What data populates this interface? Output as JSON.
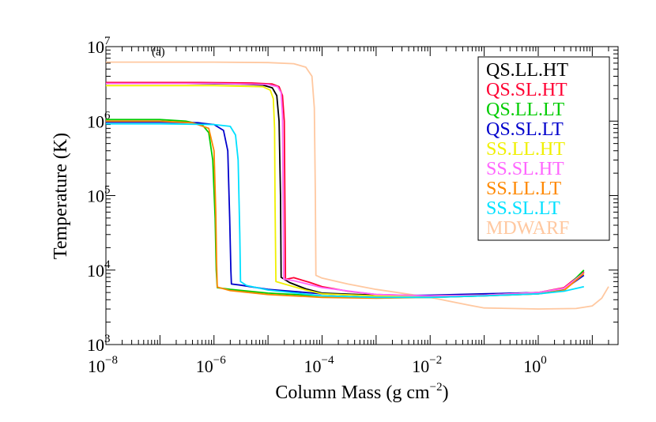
{
  "chart_data": {
    "type": "line",
    "panel_label": "(a)",
    "xlabel": "Column Mass (g cm",
    "xlabel_exp": "−2",
    "xlabel_end": ")",
    "ylabel": "Temperature (K)",
    "x_scale": "log",
    "y_scale": "log",
    "xlim": [
      1e-08,
      30
    ],
    "ylim": [
      1000,
      10000000
    ],
    "x_ticks": [
      {
        "base": "10",
        "exp": "−8",
        "value": 1e-08
      },
      {
        "base": "10",
        "exp": "−6",
        "value": 1e-06
      },
      {
        "base": "10",
        "exp": "−4",
        "value": 0.0001
      },
      {
        "base": "10",
        "exp": "−2",
        "value": 0.01
      },
      {
        "base": "10",
        "exp": "0",
        "value": 1
      }
    ],
    "y_ticks": [
      {
        "base": "10",
        "exp": "3",
        "value": 1000
      },
      {
        "base": "10",
        "exp": "4",
        "value": 10000
      },
      {
        "base": "10",
        "exp": "5",
        "value": 100000
      },
      {
        "base": "10",
        "exp": "6",
        "value": 1000000
      },
      {
        "base": "10",
        "exp": "7",
        "value": 10000000
      }
    ],
    "grid": false,
    "legend_position": "top-right",
    "series": [
      {
        "name": "QS.LL.HT",
        "color": "#000000",
        "x": [
          1e-08,
          3e-07,
          3e-06,
          8e-06,
          1.2e-05,
          1.45e-05,
          1.6e-05,
          1.7e-05,
          1.75e-05,
          2.5e-05,
          5e-05,
          0.0001,
          0.001,
          0.01,
          0.1,
          1,
          3,
          7
        ],
        "y": [
          3200000,
          3200000,
          3150000,
          3050000,
          2800000,
          2200000,
          1000000,
          100000,
          8000,
          6800,
          5600,
          4900,
          4600,
          4500,
          4600,
          5000,
          5600,
          9500
        ]
      },
      {
        "name": "QS.SL.HT",
        "color": "#ff0033",
        "x": [
          1e-08,
          5e-07,
          5e-06,
          1.2e-05,
          1.6e-05,
          1.85e-05,
          2e-05,
          2.05e-05,
          2.1e-05,
          3e-05,
          6e-05,
          0.0001,
          0.0003,
          0.001,
          0.01,
          0.1,
          1,
          3,
          7
        ],
        "y": [
          3300000,
          3300000,
          3250000,
          3150000,
          2900000,
          2200000,
          1000000,
          100000,
          7500,
          7900,
          6800,
          6000,
          5200,
          4700,
          4500,
          4700,
          5000,
          5800,
          9500
        ]
      },
      {
        "name": "QS.LL.LT",
        "color": "#00cc00",
        "x": [
          1e-08,
          1e-07,
          3e-07,
          6e-07,
          8e-07,
          9.5e-07,
          1.05e-06,
          1.1e-06,
          1.15e-06,
          2e-06,
          1e-05,
          0.0001,
          0.001,
          0.01,
          0.1,
          1,
          3,
          7
        ],
        "y": [
          1050000,
          1050000,
          1000000,
          900000,
          700000,
          300000,
          50000,
          10000,
          5800,
          5500,
          4900,
          4500,
          4300,
          4300,
          4500,
          4800,
          5400,
          10000
        ]
      },
      {
        "name": "QS.SL.LT",
        "color": "#0000cc",
        "x": [
          1e-08,
          1e-07,
          5e-07,
          1e-06,
          1.5e-06,
          1.8e-06,
          1.95e-06,
          2.05e-06,
          2.1e-06,
          3e-06,
          1e-05,
          0.0001,
          0.001,
          0.01,
          0.1,
          1,
          3,
          7
        ],
        "y": [
          970000,
          970000,
          950000,
          900000,
          750000,
          400000,
          50000,
          10000,
          6500,
          6300,
          5500,
          4800,
          4500,
          4600,
          4800,
          5000,
          5500,
          8500
        ]
      },
      {
        "name": "SS.LL.HT",
        "color": "#f0f000",
        "x": [
          1e-08,
          1e-06,
          8e-06,
          1.1e-05,
          1.25e-05,
          1.32e-05,
          1.35e-05,
          1.4e-05,
          2e-05,
          5e-05,
          0.0001,
          0.001,
          0.01,
          0.1,
          1,
          3,
          7
        ],
        "y": [
          3000000,
          3000000,
          2900000,
          2600000,
          2000000,
          800000,
          80000,
          7000,
          6500,
          5400,
          4800,
          4500,
          4500,
          4600,
          5000,
          5600,
          9000
        ]
      },
      {
        "name": "SS.SL.HT",
        "color": "#ff66ff",
        "x": [
          1e-08,
          1e-06,
          1e-05,
          1.5e-05,
          1.75e-05,
          1.85e-05,
          1.9e-05,
          1.95e-05,
          3e-05,
          0.0001,
          0.001,
          0.01,
          0.1,
          1,
          3,
          7
        ],
        "y": [
          3200000,
          3200000,
          3100000,
          2900000,
          2400000,
          1200000,
          100000,
          7600,
          7200,
          5800,
          4700,
          4500,
          4600,
          5000,
          5700,
          9200
        ]
      },
      {
        "name": "SS.LL.LT",
        "color": "#ff8800",
        "x": [
          1e-08,
          1e-07,
          4e-07,
          8e-07,
          1e-06,
          1.08e-06,
          1.12e-06,
          1.15e-06,
          2e-06,
          1e-05,
          0.0001,
          0.001,
          0.01,
          0.1,
          1,
          3,
          7
        ],
        "y": [
          1000000,
          1000000,
          950000,
          800000,
          400000,
          60000,
          12000,
          5900,
          5300,
          4700,
          4300,
          4200,
          4300,
          4500,
          4800,
          5300,
          9000
        ]
      },
      {
        "name": "SS.SL.LT",
        "color": "#00e0ff",
        "x": [
          1e-08,
          1e-07,
          1e-06,
          2e-06,
          2.5e-06,
          2.8e-06,
          3e-06,
          3.1e-06,
          4e-06,
          1e-05,
          0.0001,
          0.001,
          0.01,
          0.1,
          1,
          3,
          7
        ],
        "y": [
          920000,
          920000,
          900000,
          850000,
          650000,
          300000,
          30000,
          7000,
          6200,
          5400,
          4500,
          4300,
          4300,
          4500,
          4800,
          5200,
          6000
        ]
      },
      {
        "name": "MDWARF",
        "color": "#ffc8a0",
        "x": [
          1e-08,
          1e-06,
          1e-05,
          3e-05,
          5e-05,
          6.5e-05,
          7.2e-05,
          7.5e-05,
          7.7e-05,
          0.0001,
          0.0003,
          0.001,
          0.01,
          0.05,
          0.1,
          1,
          5,
          10,
          15,
          20
        ],
        "y": [
          6200000,
          6200000,
          6100000,
          5900000,
          5300000,
          4000000,
          1500000,
          100000,
          8500,
          7800,
          6500,
          5500,
          4300,
          3400,
          3100,
          3000,
          3050,
          3300,
          4200,
          6000
        ]
      }
    ]
  }
}
